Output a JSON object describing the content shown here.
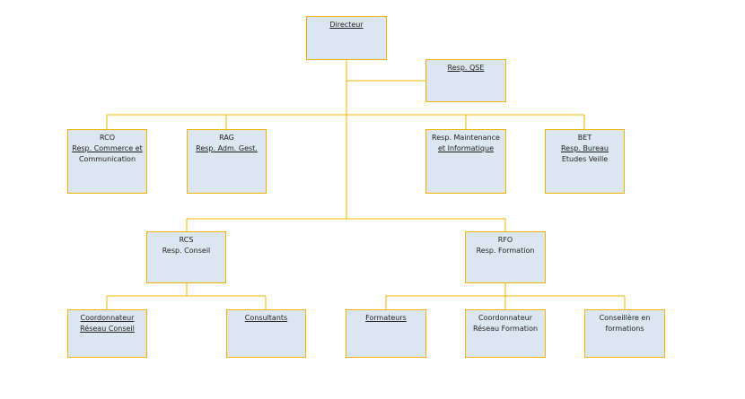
{
  "colors": {
    "box_fill": "#dce6f0",
    "box_border": "#f0b400",
    "connector": "#f0b400"
  },
  "nodes": {
    "directeur": {
      "lines": [
        "Directeur"
      ]
    },
    "qse": {
      "lines": [
        "Resp. QSE"
      ]
    },
    "rco": {
      "lines": [
        "RCO",
        "Resp. Commerce et",
        "Communication"
      ]
    },
    "rag": {
      "lines": [
        "RAG",
        "Resp. Adm. Gest."
      ]
    },
    "maint": {
      "lines": [
        "Resp. Maintenance",
        "et Informatique"
      ]
    },
    "bet": {
      "lines": [
        "BET",
        "Resp. Bureau",
        "Etudes Veille"
      ]
    },
    "rcs": {
      "lines": [
        "RCS",
        "Resp. Conseil"
      ]
    },
    "rfo": {
      "lines": [
        "RFO",
        "Resp. Formation"
      ]
    },
    "coord_conseil": {
      "lines": [
        "Coordonnateur",
        "Réseau Conseil"
      ]
    },
    "consultants": {
      "lines": [
        "Consultants"
      ]
    },
    "formateurs": {
      "lines": [
        "Formateurs"
      ]
    },
    "coord_formation": {
      "lines": [
        "Coordonnateur",
        "Réseau Formation"
      ]
    },
    "conseillere": {
      "lines": [
        "Conseillère en",
        "formations"
      ]
    }
  }
}
